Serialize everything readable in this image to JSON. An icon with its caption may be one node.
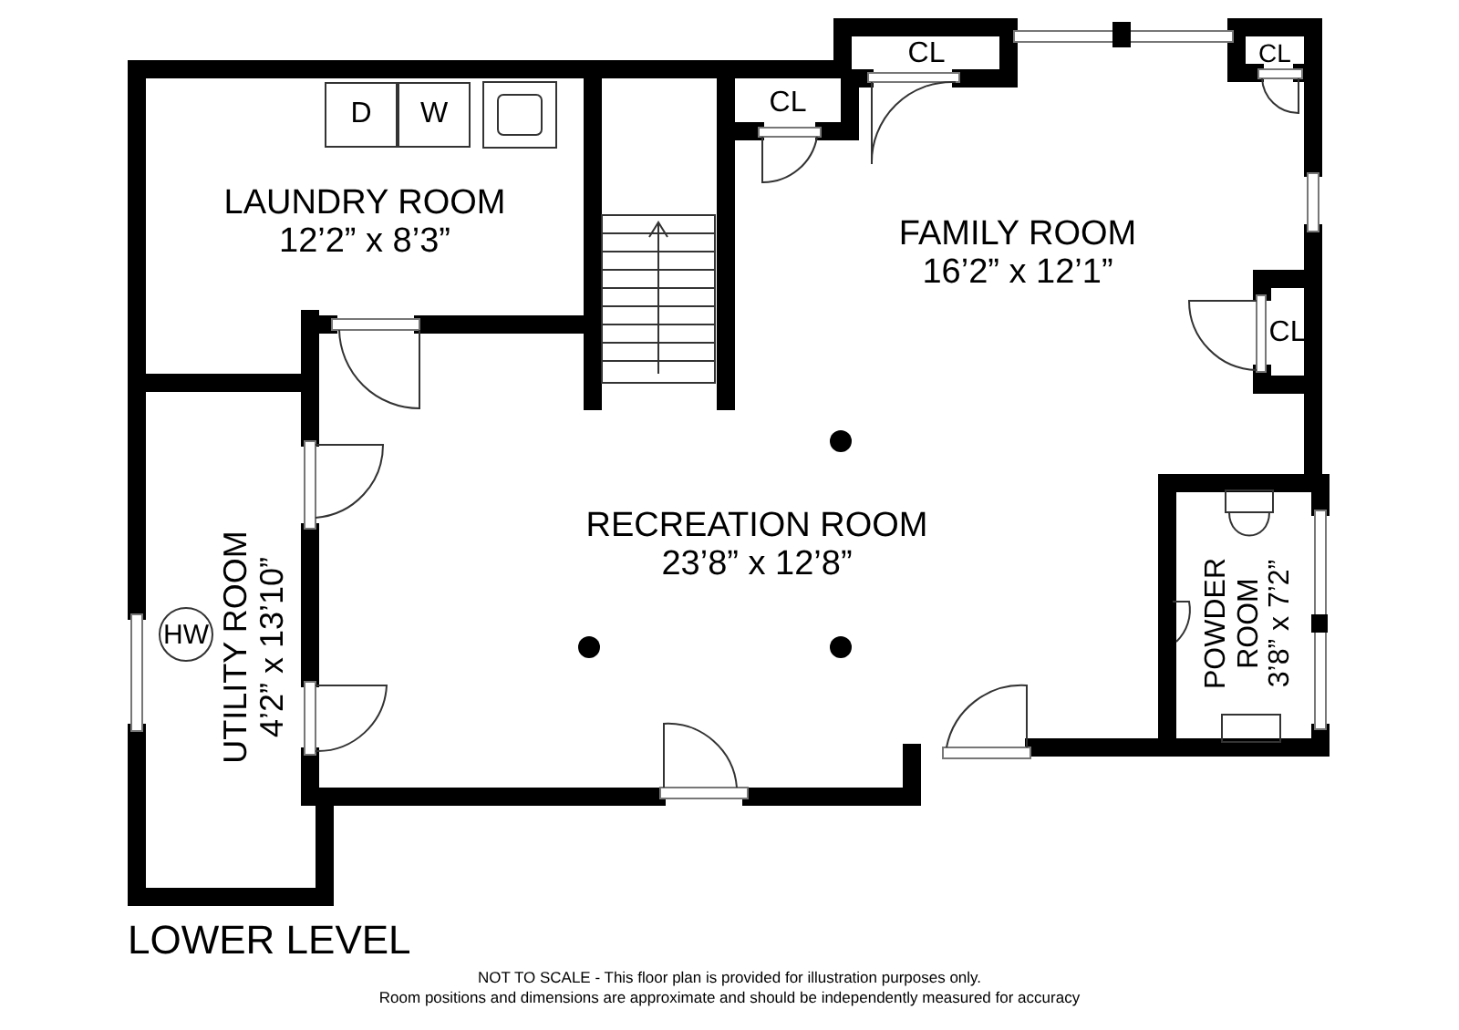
{
  "diagram": {
    "nodes": [
      {
        "text": [
          "LAUNDRY ROOM",
          "12’2” x 8’3”"
        ]
      },
      {
        "text": [
          "D"
        ],
        "in": 0
      },
      {
        "text": [
          "W"
        ],
        "in": 0
      },
      {
        "text": [
          "CL"
        ]
      },
      {
        "text": [
          "CL"
        ]
      },
      {
        "text": [
          "CL"
        ]
      },
      {
        "text": [
          "FAMILY ROOM",
          "16’2” x 12’1”"
        ]
      },
      {
        "text": [
          "CL"
        ]
      },
      {
        "text": [
          "RECREATION ROOM",
          "23’8” x 12’8”"
        ]
      },
      {
        "text": [
          "UTILITY ROOM",
          "4’2” x 13’10”"
        ]
      },
      {
        "text": [
          "HW"
        ],
        "in": 9
      },
      {
        "text": [
          "POWDER ROOM",
          "3’8” x 7’2”"
        ]
      }
    ],
    "edges": [],
    "labels": [
      "LOWER LEVEL",
      "NOT TO SCALE - This floor plan is provided for illustration purposes only.",
      "Room positions and dimensions are approximate and should be independently measured for accuracy"
    ]
  }
}
